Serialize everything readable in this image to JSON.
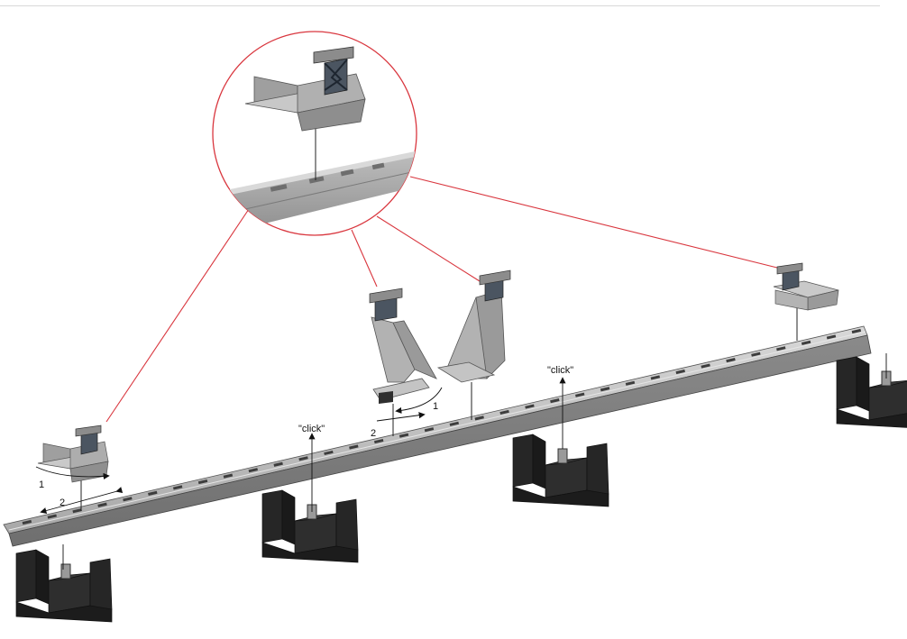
{
  "labels": {
    "click_left": "\"click\"",
    "click_right": "\"click\"",
    "step1_left": "1",
    "step2_left": "2",
    "step1_mid": "1",
    "step2_mid": "2"
  },
  "colors": {
    "callout_line": "#d9363e",
    "rail_top": "#c9c9c9",
    "rail_face": "#9a9a9a",
    "block": "#2b2b2b",
    "clamp": "#b5b5b5"
  }
}
